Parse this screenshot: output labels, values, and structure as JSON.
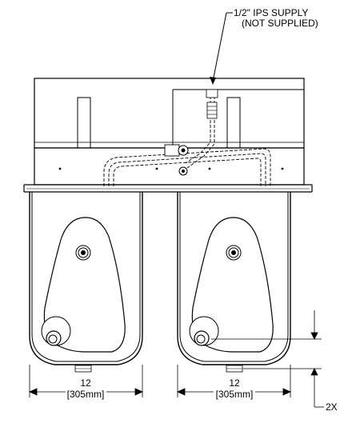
{
  "callouts": {
    "supply_line1": "1/2\" IPS SUPPLY",
    "supply_line2": "(NOT SUPPLIED)",
    "quantity": "2X"
  },
  "dimensions": {
    "left_width_in": "12",
    "left_width_mm": "[305mm]",
    "right_width_in": "12",
    "right_width_mm": "[305mm]"
  },
  "colors": {
    "line": "#000000",
    "background": "#ffffff"
  }
}
